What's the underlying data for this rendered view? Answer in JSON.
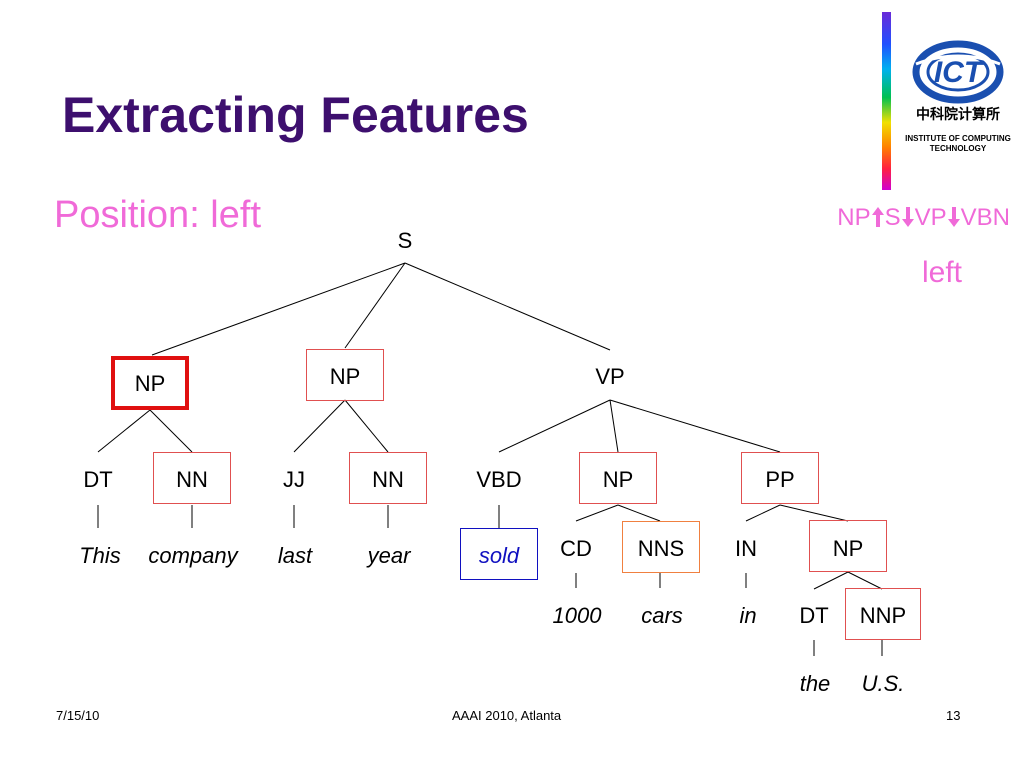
{
  "slide": {
    "title": "Extracting Features",
    "subtitle": "Position: left",
    "feature_path": {
      "np": "NP",
      "s": "S",
      "vp": "VP",
      "vbn": "VBN",
      "up_arrow_icon": "arrow-up-icon",
      "down_arrow_icon": "arrow-down-icon",
      "result": "left"
    },
    "logo": {
      "acronym": "ICT",
      "chinese": "中科院计算所",
      "line1": "INSTITUTE OF COMPUTING",
      "line2": "TECHNOLOGY"
    },
    "footer": {
      "date": "7/15/10",
      "venue": "AAAI 2010, Atlanta",
      "page": "13"
    }
  },
  "tree": {
    "nodes": {
      "s": "S",
      "np1": "NP",
      "np2": "NP",
      "vp": "VP",
      "dt1": "DT",
      "nn1": "NN",
      "jj": "JJ",
      "nn2": "NN",
      "vbd": "VBD",
      "np3": "NP",
      "pp": "PP",
      "cd": "CD",
      "nns": "NNS",
      "in": "IN",
      "np4": "NP",
      "dt2": "DT",
      "nnp": "NNP"
    },
    "words": {
      "this": "This",
      "company": "company",
      "last": "last",
      "year": "year",
      "sold": "sold",
      "n1000": "1000",
      "cars": "cars",
      "in": "in",
      "the": "the",
      "us": "U.S."
    },
    "colors": {
      "highlight": "#e01010",
      "box": "#e05050",
      "blue": "#1010c0",
      "orange": "#f08040"
    }
  }
}
